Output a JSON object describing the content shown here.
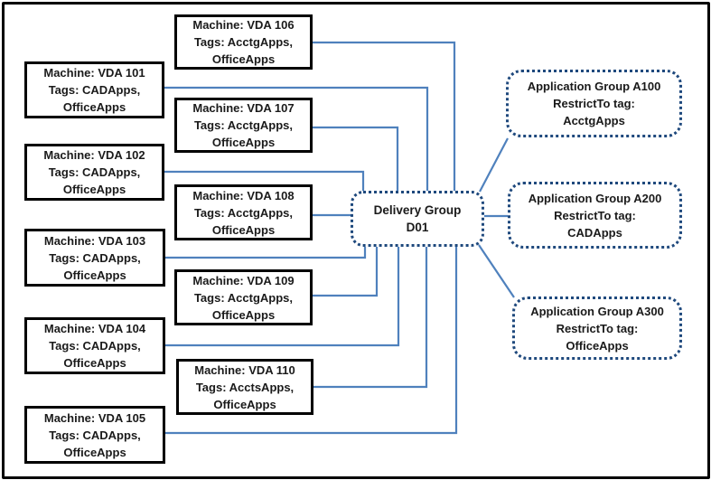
{
  "colors": {
    "connector": "#4f81bd",
    "dotted_border": "#1f497d",
    "machine_border": "#000000",
    "background": "#ffffff",
    "text": "#1a1a1a"
  },
  "machines": [
    {
      "title": "Machine: VDA 101",
      "tags_line1": "Tags: CADApps,",
      "tags_line2": "OfficeApps"
    },
    {
      "title": "Machine: VDA 102",
      "tags_line1": "Tags: CADApps,",
      "tags_line2": "OfficeApps"
    },
    {
      "title": "Machine: VDA 103",
      "tags_line1": "Tags: CADApps,",
      "tags_line2": "OfficeApps"
    },
    {
      "title": "Machine: VDA 104",
      "tags_line1": "Tags: CADApps,",
      "tags_line2": "OfficeApps"
    },
    {
      "title": "Machine: VDA 105",
      "tags_line1": "Tags: CADApps,",
      "tags_line2": "OfficeApps"
    },
    {
      "title": "Machine: VDA 106",
      "tags_line1": "Tags: AcctgApps,",
      "tags_line2": "OfficeApps"
    },
    {
      "title": "Machine: VDA 107",
      "tags_line1": "Tags: AcctgApps,",
      "tags_line2": "OfficeApps"
    },
    {
      "title": "Machine: VDA 108",
      "tags_line1": "Tags: AcctgApps,",
      "tags_line2": "OfficeApps"
    },
    {
      "title": "Machine: VDA 109",
      "tags_line1": "Tags: AcctgApps,",
      "tags_line2": "OfficeApps"
    },
    {
      "title": "Machine: VDA 110",
      "tags_line1": "Tags: AcctsApps,",
      "tags_line2": "OfficeApps"
    }
  ],
  "delivery_group": {
    "name": "Delivery Group",
    "id": "D01"
  },
  "application_groups": [
    {
      "title": "Application Group A100",
      "restrict_label": "RestrictTo tag:",
      "tag": "AcctgApps"
    },
    {
      "title": "Application Group A200",
      "restrict_label": "RestrictTo tag:",
      "tag": "CADApps"
    },
    {
      "title": "Application Group A300",
      "restrict_label": "RestrictTo tag:",
      "tag": "OfficeApps"
    }
  ]
}
